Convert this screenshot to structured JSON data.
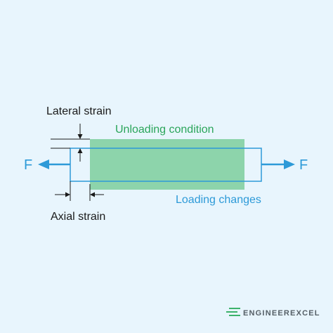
{
  "labels": {
    "lateral_strain": "Lateral strain",
    "axial_strain": "Axial strain",
    "unloading_condition": "Unloading condition",
    "loading_changes": "Loading changes",
    "force_left": "F",
    "force_right": "F"
  },
  "logo": {
    "text": "ENGINEEREXCEL"
  },
  "colors": {
    "background": "#e8f5fd",
    "unloading_fill": "#8dd4ab",
    "unloading_text": "#2aa55a",
    "loading_stroke": "#2d9ad8",
    "loading_text": "#2d9ad8",
    "annotation": "#1a1a1a",
    "logo_green": "#3cb26b",
    "logo_text": "#555f66"
  }
}
